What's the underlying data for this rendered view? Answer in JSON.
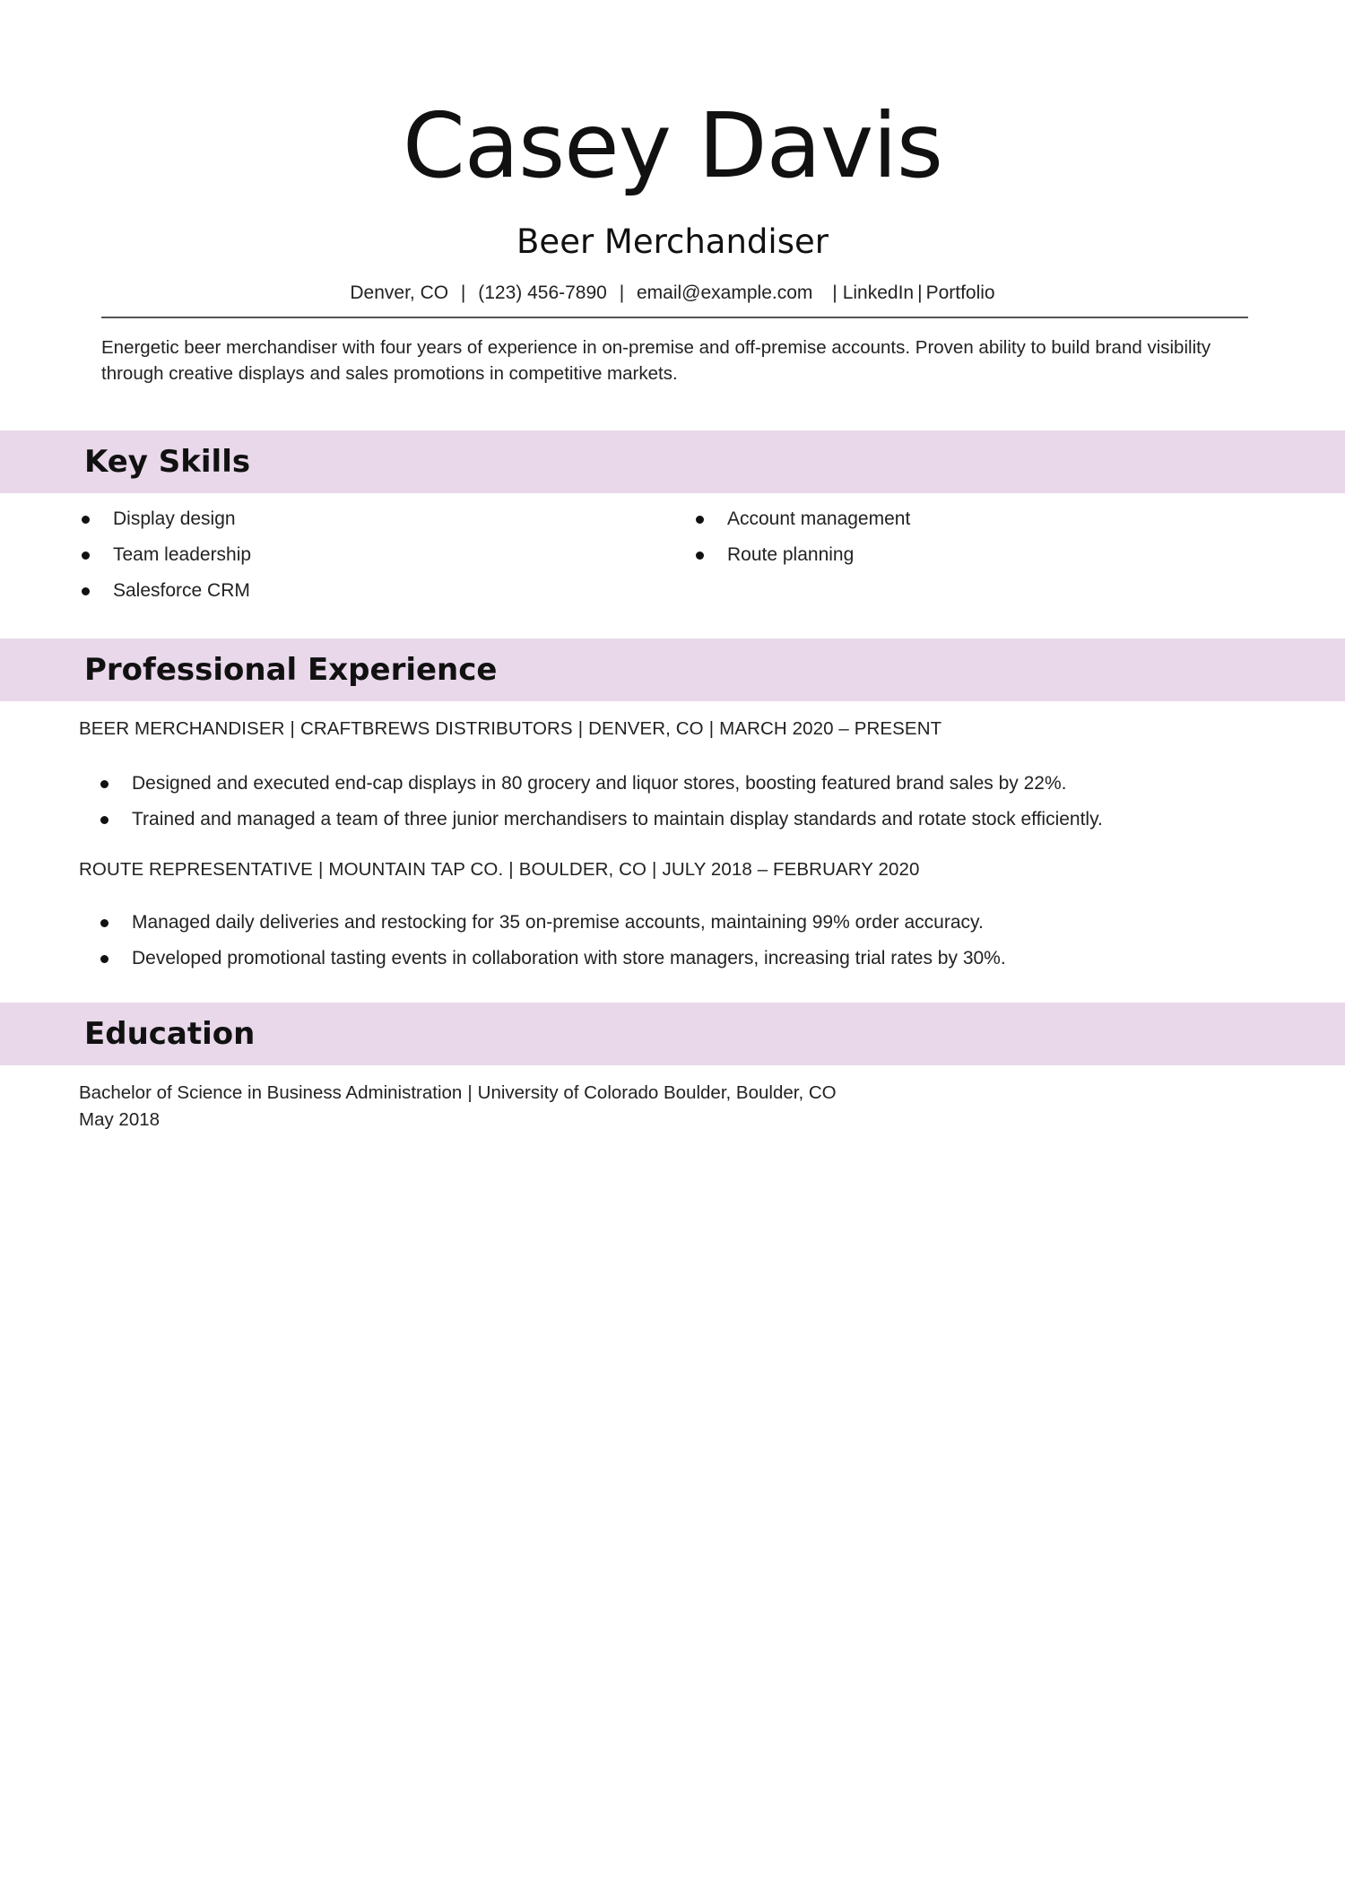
{
  "header": {
    "name": "Casey Davis",
    "title": "Beer Merchandiser",
    "contact": {
      "location": "Denver, CO",
      "phone": "(123) 456-7890",
      "email": "email@example.com",
      "linkedin": "LinkedIn",
      "portfolio": "Portfolio",
      "separator": "|"
    }
  },
  "summary": "Energetic beer merchandiser with four years of experience in on-premise and off-premise accounts. Proven ability to build brand visibility through creative displays and sales promotions in competitive markets.",
  "skills": {
    "heading": "Key Skills",
    "left": [
      "Display design",
      "Team leadership",
      "Salesforce CRM"
    ],
    "right": [
      "Account management",
      "Route planning"
    ]
  },
  "experience": {
    "heading": "Professional Experience",
    "jobs": [
      {
        "title": "BEER MERCHANDISER",
        "company": "CRAFTBREWS DISTRIBUTORS",
        "location": "DENVER, CO",
        "dates": "MARCH 2020 – PRESENT",
        "bullets": [
          "Designed and executed end-cap displays in 80 grocery and liquor stores, boosting featured brand sales by 22%.",
          "Trained and managed a team of three junior merchandisers to maintain display standards and rotate stock efficiently."
        ]
      },
      {
        "title": "ROUTE REPRESENTATIVE",
        "company": "MOUNTAIN TAP CO.",
        "location": "BOULDER, CO",
        "dates": "JULY 2018 – FEBRUARY 2020",
        "bullets": [
          "Managed daily deliveries and restocking for 35 on-premise accounts, maintaining 99% order accuracy.",
          "Developed promotional tasting events in collaboration with store managers, increasing trial rates by 30%."
        ]
      }
    ]
  },
  "education": {
    "heading": "Education",
    "degree": "Bachelor of Science in Business Administration",
    "school": "University of Colorado Boulder, Boulder, CO",
    "date": "May 2018"
  },
  "colors": {
    "section_band": "#e8d8ea",
    "text": "#1a1a1a"
  }
}
